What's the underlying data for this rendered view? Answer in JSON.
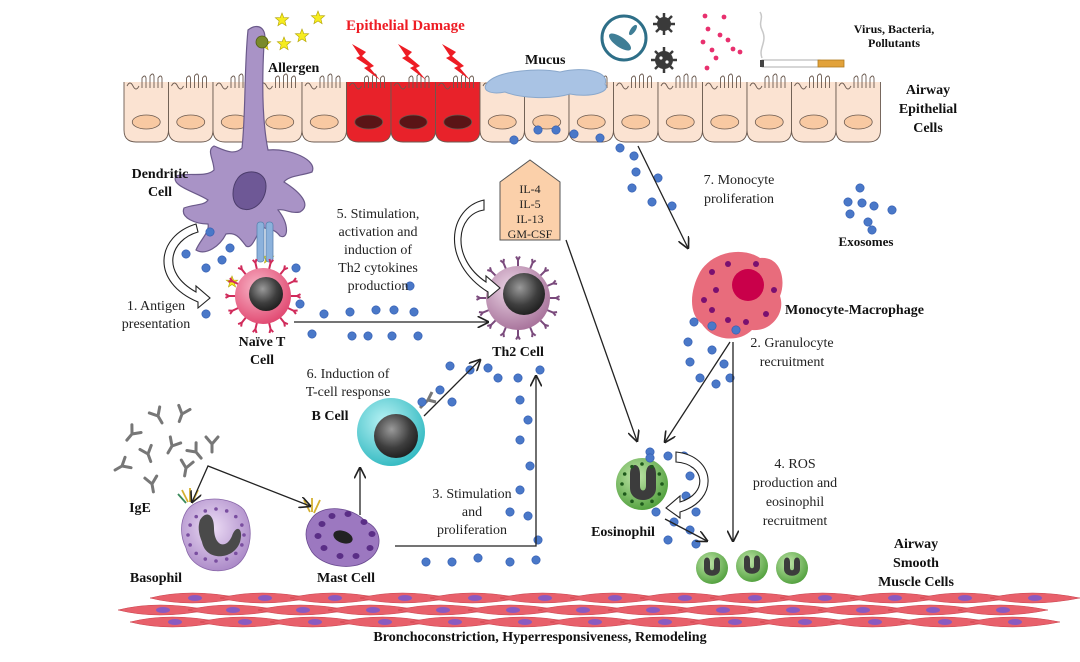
{
  "diagram": {
    "title": "Role of exosomes in asthma airway inflammation",
    "colors": {
      "epithelial_cell": "#fbe3d2",
      "epithelial_nucleus": "#f8c9a2",
      "damaged_cell": "#e8222a",
      "damaged_nucleus": "#5a1416",
      "dendritic_cell": "#a993c6",
      "naive_t_cell": "#e8547a",
      "th2_cell": "#b98cae",
      "b_cell": "#44c9cf",
      "monocyte": "#e86c7c",
      "eosinophil": "#62b04c",
      "basophil": "#b48fcc",
      "mast_cell": "#9c78c0",
      "smooth_muscle": "#e8606b",
      "exosome": "#4a78c8",
      "cytokine_box": "#fbd0aa",
      "mucus": "#a9c3e4",
      "damage_text": "#ee1c24"
    },
    "labels": {
      "allergen": "Allergen",
      "epithelial_damage": "Epithelial Damage",
      "mucus": "Mucus",
      "pathogens": [
        "Virus, Bacteria,",
        "Pollutants"
      ],
      "airway_epithelial": [
        "Airway",
        "Epithelial",
        "Cells"
      ],
      "dendritic_cell": [
        "Dendritic",
        "Cell"
      ],
      "naive_t_cell": [
        "Naïve T",
        "Cell"
      ],
      "th2_cell": "Th2 Cell",
      "b_cell": "B Cell",
      "ige": "IgE",
      "basophil": "Basophil",
      "mast_cell": "Mast Cell",
      "exosomes": "Exosomes",
      "monocyte_macrophage": "Monocyte-Macrophage",
      "eosinophil": "Eosinophil",
      "airway_smooth_muscle": [
        "Airway",
        "Smooth",
        "Muscle Cells"
      ],
      "outcome": "Bronchoconstriction, Hyperresponsiveness, Remodeling"
    },
    "cytokines": [
      "IL-4",
      "IL-5",
      "IL-13",
      "GM-CSF"
    ],
    "steps": {
      "step1": [
        "1. Antigen",
        "presentation"
      ],
      "step2": [
        "2. Granulocyte",
        "recruitment"
      ],
      "step3": [
        "3. Stimulation",
        "and",
        "proliferation"
      ],
      "step4": [
        "4. ROS",
        "production and",
        "eosinophil",
        "recruitment"
      ],
      "step5": [
        "5. Stimulation,",
        "activation and",
        "induction of",
        "Th2 cytokines",
        "production"
      ],
      "step6": [
        "6. Induction of",
        "T-cell response"
      ],
      "step7": [
        "7. Monocyte",
        "proliferation"
      ]
    }
  }
}
